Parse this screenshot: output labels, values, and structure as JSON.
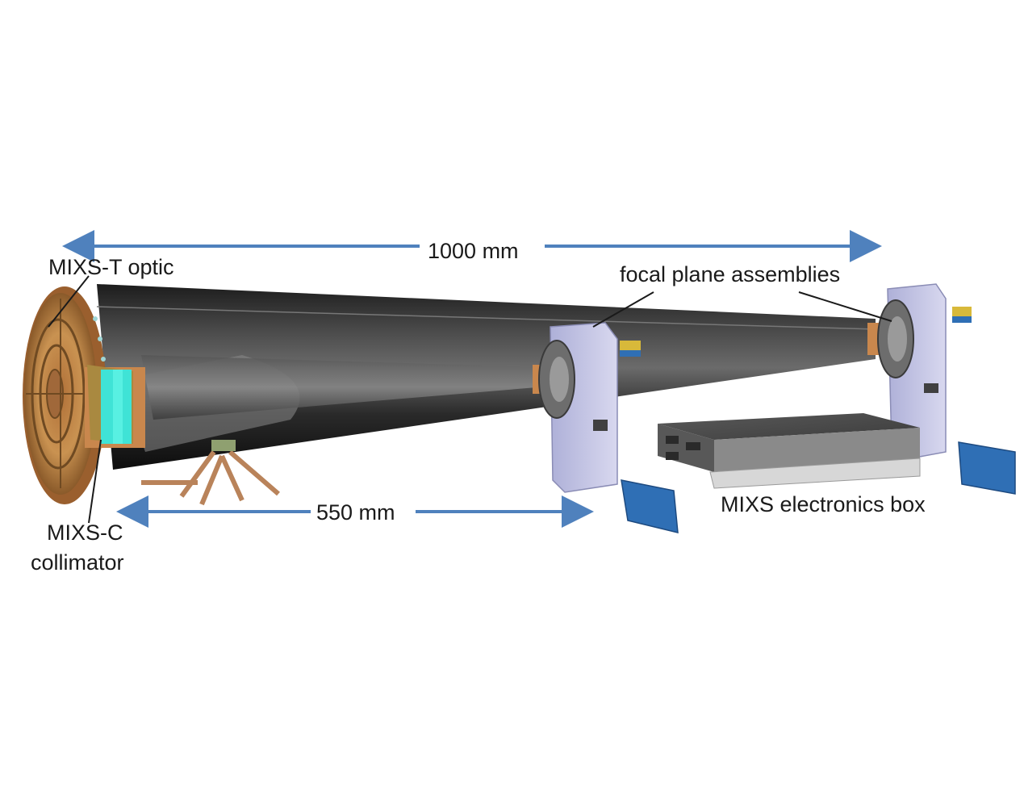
{
  "labels": {
    "dimension_total": "1000 mm",
    "dimension_partial": "550 mm",
    "mixs_t_optic": "MIXS-T  optic",
    "focal_plane_assemblies": "focal plane assemblies",
    "electronics_box": "MIXS electronics box",
    "mixs_c_line1": "MIXS-C",
    "mixs_c_line2": "collimator"
  },
  "colors": {
    "arrow": "#4f81bd",
    "tube": "#2e2e2e",
    "bracket": "#c8c8e6",
    "copper": "#c9874d",
    "collimator_face": "#3fe3d6",
    "connector": "#2f6fb5"
  },
  "icons": {
    "collimator": "collimator-block",
    "optic": "optic-disc"
  }
}
